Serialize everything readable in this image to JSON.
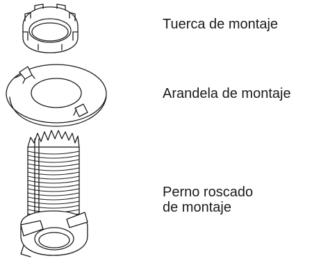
{
  "parts": [
    {
      "id": "mounting-nut",
      "label_lines": [
        "Tuerca de montaje"
      ]
    },
    {
      "id": "mounting-washer",
      "label_lines": [
        "Arandela de montaje"
      ]
    },
    {
      "id": "threaded-bolt",
      "label_lines": [
        "Perno roscado",
        "de montaje"
      ]
    }
  ],
  "colors": {
    "ink": "#1a1a1a",
    "background": "#ffffff"
  }
}
